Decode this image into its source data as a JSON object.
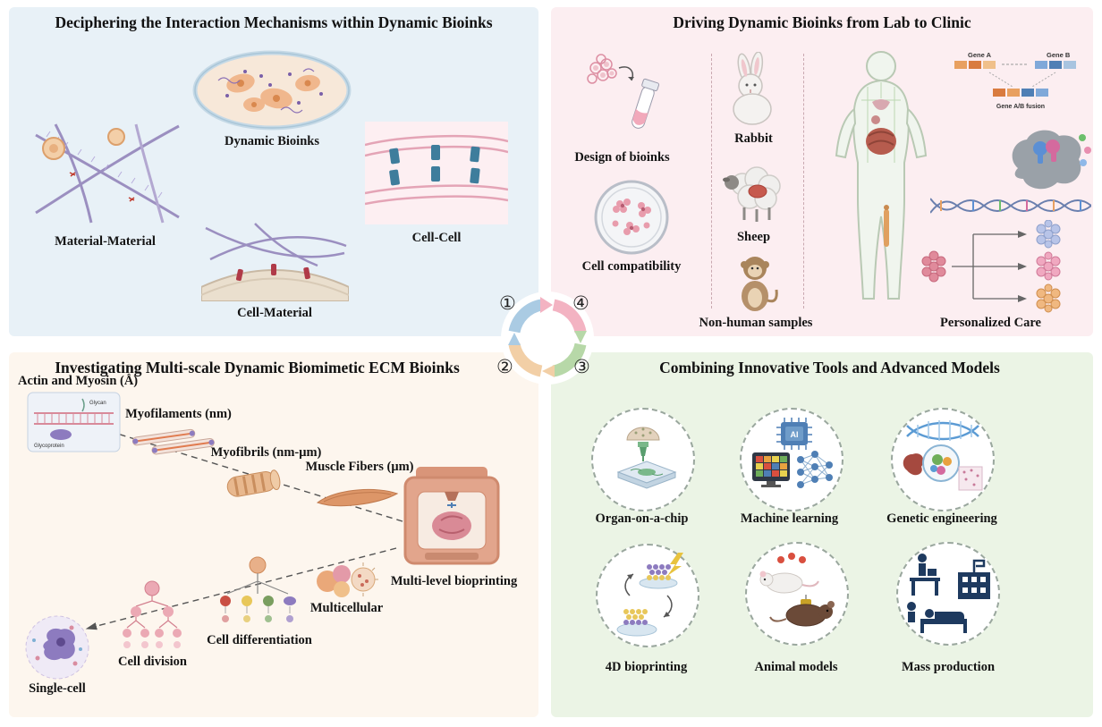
{
  "top_left": {
    "title": "Deciphering the Interaction Mechanisms within Dynamic Bioinks",
    "labels": {
      "dynamic_bioinks": "Dynamic Bioinks",
      "material_material": "Material-Material",
      "cell_cell": "Cell-Cell",
      "cell_material": "Cell-Material"
    }
  },
  "top_right": {
    "title": "Driving Dynamic Bioinks from Lab to Clinic",
    "labels": {
      "design_of_bioinks": "Design of bioinks",
      "rabbit": "Rabbit",
      "sheep": "Sheep",
      "cell_compatibility": "Cell compatibility",
      "non_human_samples": "Non-human samples",
      "personalized_care": "Personalized Care"
    },
    "gene_diagram": {
      "gene_a": "Gene A",
      "gene_b": "Gene B",
      "fusion": "Gene A/B fusion"
    }
  },
  "bottom_left": {
    "title": "Investigating Multi-scale Dynamic Biomimetic ECM Bioinks",
    "labels": {
      "actin": "Actin and Myosin (Å)",
      "myofilaments": "Myofilaments (nm)",
      "myofibrils": "Myofibrils (nm-μm)",
      "muscle_fibers": "Muscle Fibers (μm)",
      "multilevel_bioprinting": "Multi-level bioprinting",
      "multicellular": "Multicellular",
      "cell_differentiation": "Cell differentiation",
      "cell_division": "Cell division",
      "single_cell": "Single-cell"
    },
    "micro_labels": {
      "glycan": "Glycan",
      "glycoprotein": "Glycoprotein"
    }
  },
  "bottom_right": {
    "title": "Combining Innovative Tools and Advanced Models",
    "labels": {
      "organ_on_a_chip": "Organ-on-a-chip",
      "machine_learning": "Machine learning",
      "genetic_engineering": "Genetic engineering",
      "four_d_bioprinting": "4D bioprinting",
      "animal_models": "Animal models",
      "mass_production": "Mass production"
    },
    "chip_text": "AI"
  },
  "center": {
    "one": "①",
    "two": "②",
    "three": "③",
    "four": "④"
  },
  "colors": {
    "panel_top_left": "#e8f1f7",
    "panel_top_right": "#fceef1",
    "panel_bottom_left": "#fdf6ee",
    "panel_bottom_right": "#ebf4e5",
    "arrow_blue": "#aacbe3",
    "arrow_pink": "#f3b3c2",
    "arrow_green": "#b7d8a8",
    "arrow_orange": "#f2cfa6"
  }
}
